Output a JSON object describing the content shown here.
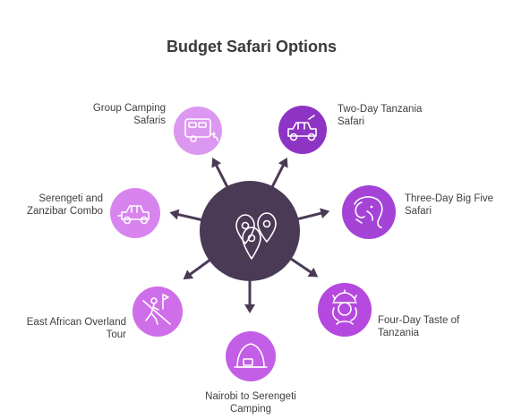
{
  "title": "Budget Safari Options",
  "colors": {
    "hub": "#4b3a55",
    "arrow": "#4b3a55",
    "title_text": "#3a3a3a",
    "label_text": "#3f3f3f"
  },
  "hub": {
    "icon": "location-pins-icon"
  },
  "options": [
    {
      "label_lines": [
        "Group Camping",
        "Safaris"
      ],
      "icon": "camper-trailer-icon",
      "color": "#dc98f0"
    },
    {
      "label_lines": [
        "Two-Day Tanzania",
        "Safari"
      ],
      "icon": "safari-jeep-icon",
      "color": "#8e34c4"
    },
    {
      "label_lines": [
        "Three-Day Big Five",
        "Safari"
      ],
      "icon": "elephant-icon",
      "color": "#a443d6"
    },
    {
      "label_lines": [
        "Four-Day Taste of",
        "Tanzania"
      ],
      "icon": "tanzanian-woman-icon",
      "color": "#b548df"
    },
    {
      "label_lines": [
        "Nairobi to Serengeti",
        "Camping"
      ],
      "icon": "tent-icon",
      "color": "#c35fe6"
    },
    {
      "label_lines": [
        "East African Overland",
        "Tour"
      ],
      "icon": "no-hiking-icon",
      "color": "#cf6ee9"
    },
    {
      "label_lines": [
        "Serengeti and",
        "Zanzibar Combo"
      ],
      "icon": "jeep-icon",
      "color": "#d884ef"
    }
  ]
}
